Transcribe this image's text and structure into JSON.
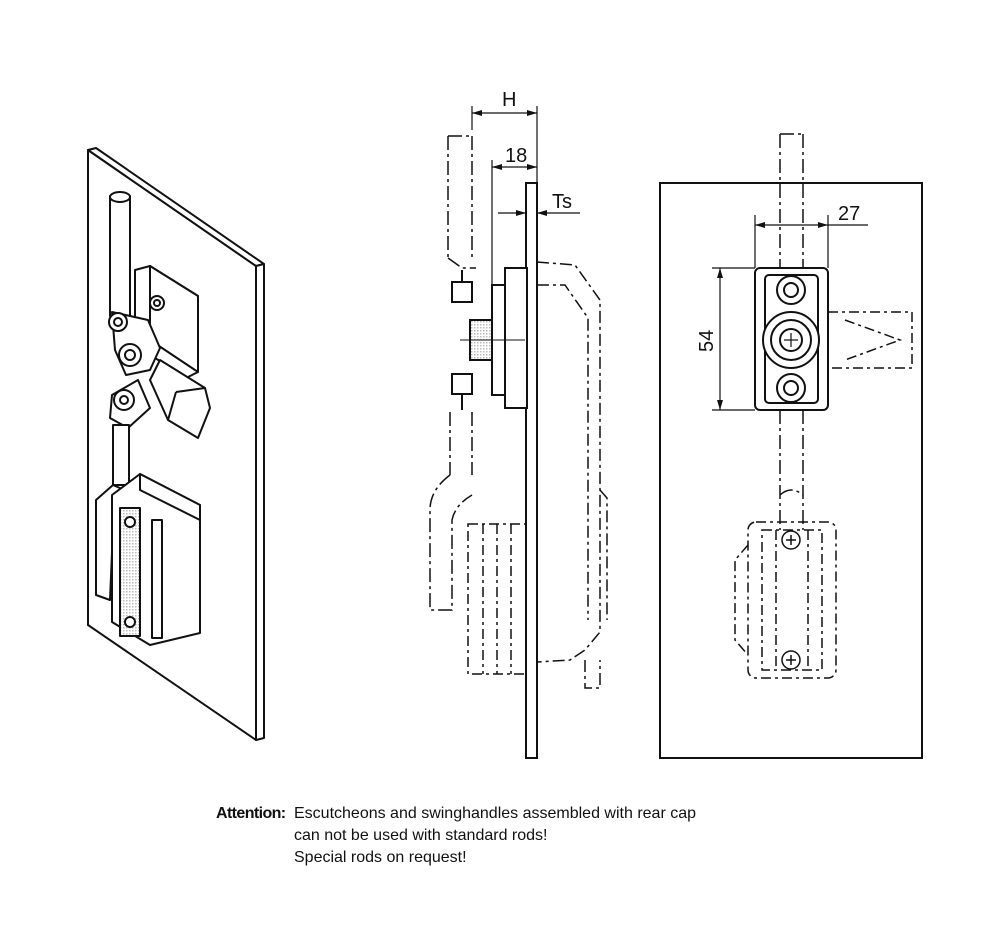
{
  "dimensions": {
    "h": "H",
    "d18": "18",
    "ts": "Ts",
    "d27": "27",
    "d54": "54"
  },
  "note": {
    "label": "Attention:",
    "lines": [
      "Escutcheons and swinghandles assembled with rear cap",
      "can not be used with standard rods!",
      "Special rods on request!"
    ]
  }
}
